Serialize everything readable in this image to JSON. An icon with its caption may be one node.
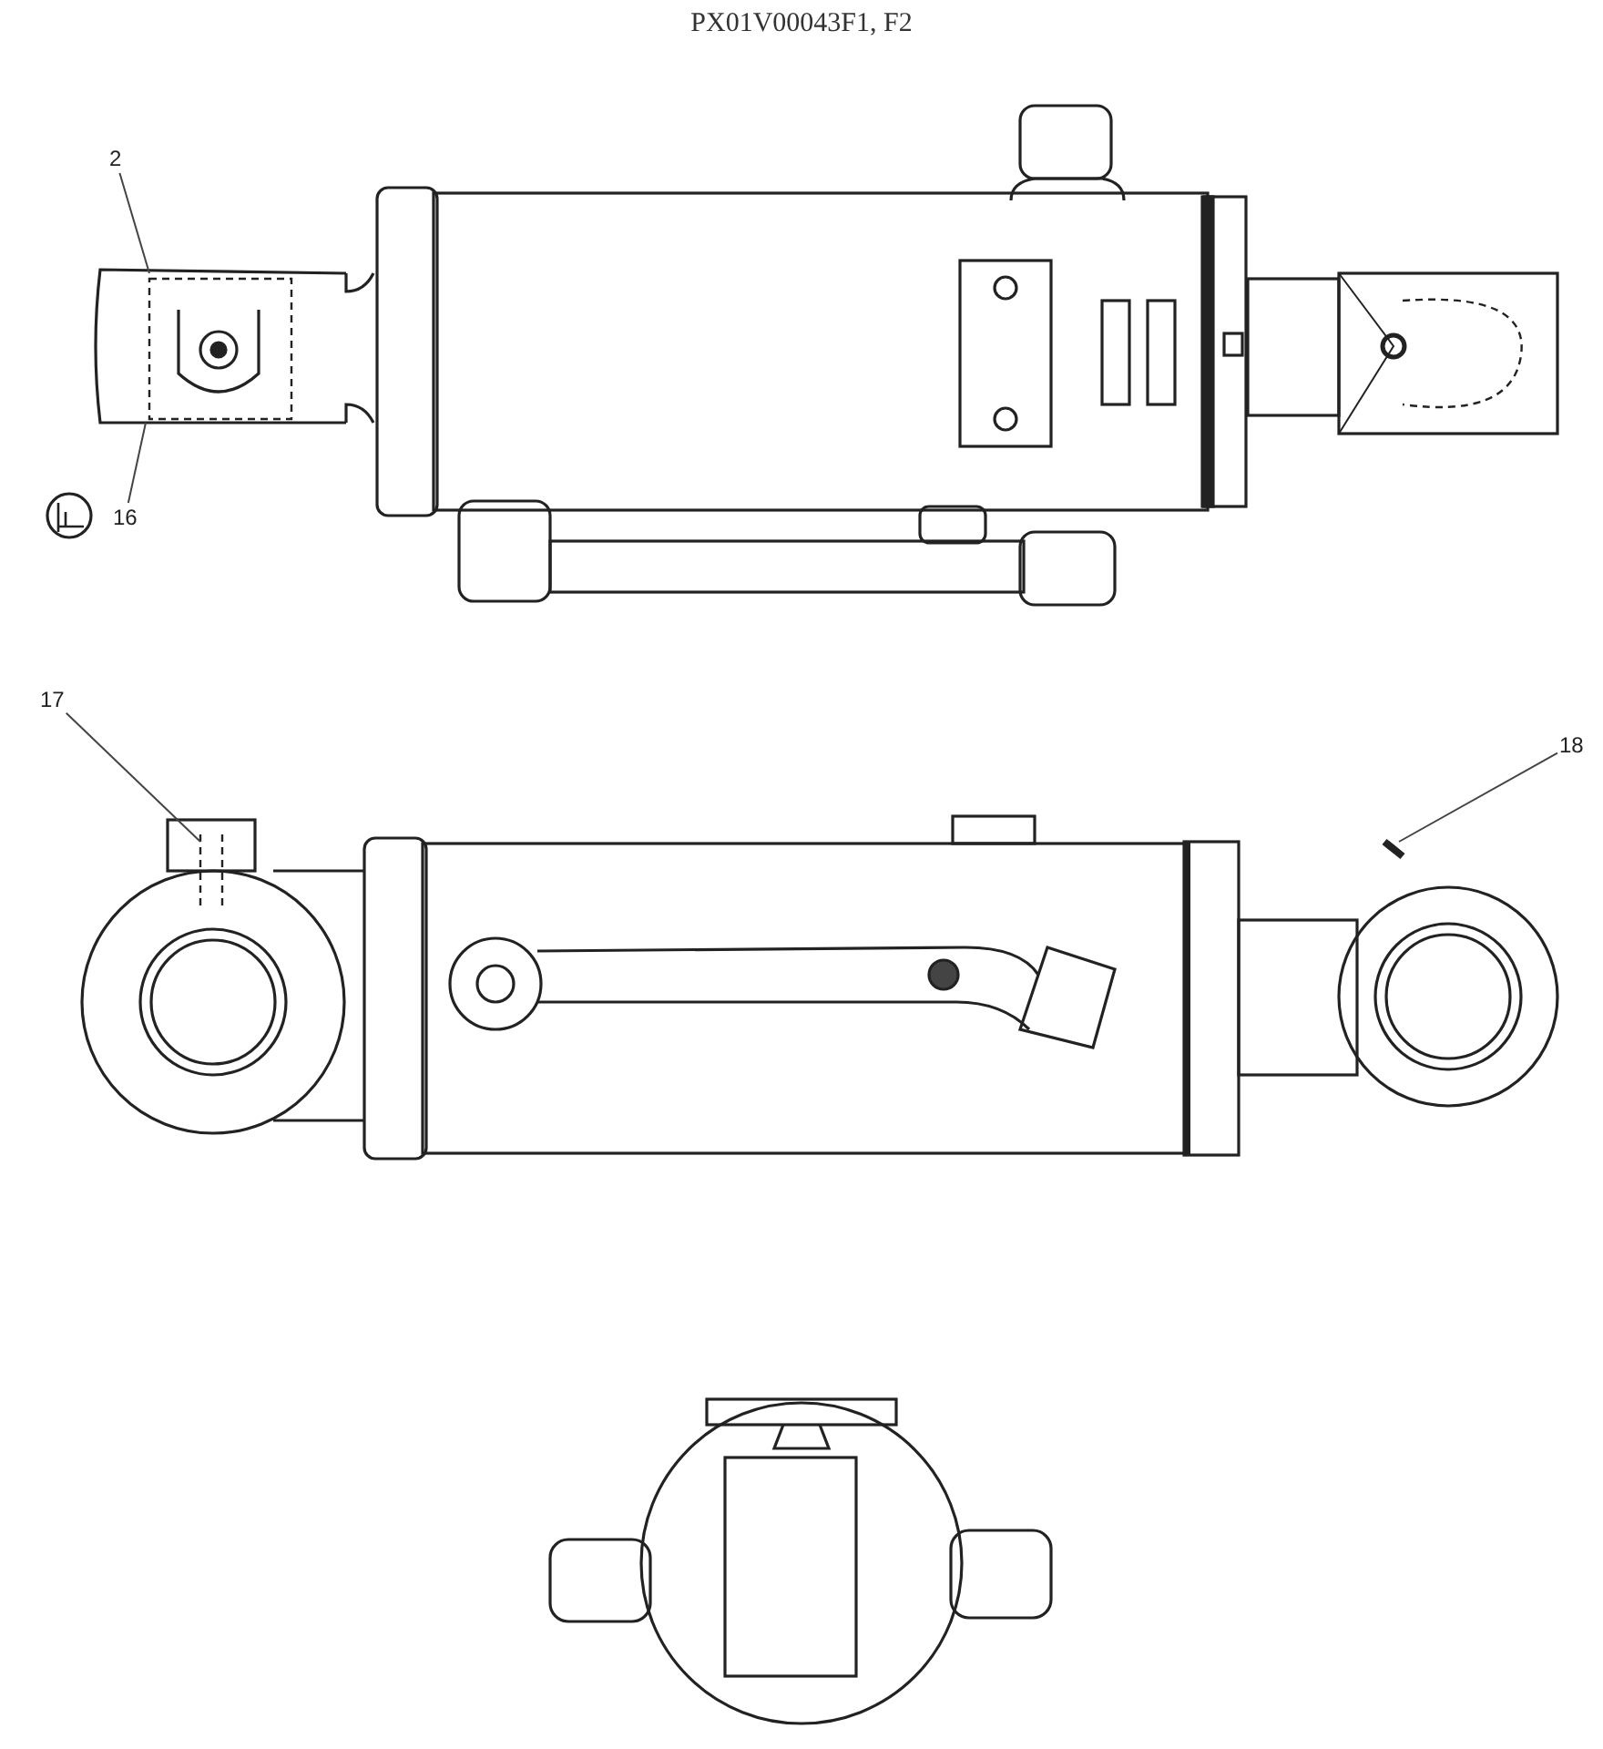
{
  "diagram": {
    "title": "PX01V00043F1, F2",
    "nodes": [
      {
        "text": [
          "2"
        ]
      },
      {
        "text": [
          "16"
        ]
      },
      {
        "text": [
          "17"
        ]
      },
      {
        "text": [
          "18"
        ]
      }
    ],
    "edges": [
      {
        "from": 0,
        "to": null,
        "arrow": "none"
      },
      {
        "from": 1,
        "to": null,
        "arrow": "none"
      },
      {
        "from": 2,
        "to": null,
        "arrow": "none"
      },
      {
        "from": 3,
        "to": null,
        "arrow": "none"
      }
    ]
  }
}
